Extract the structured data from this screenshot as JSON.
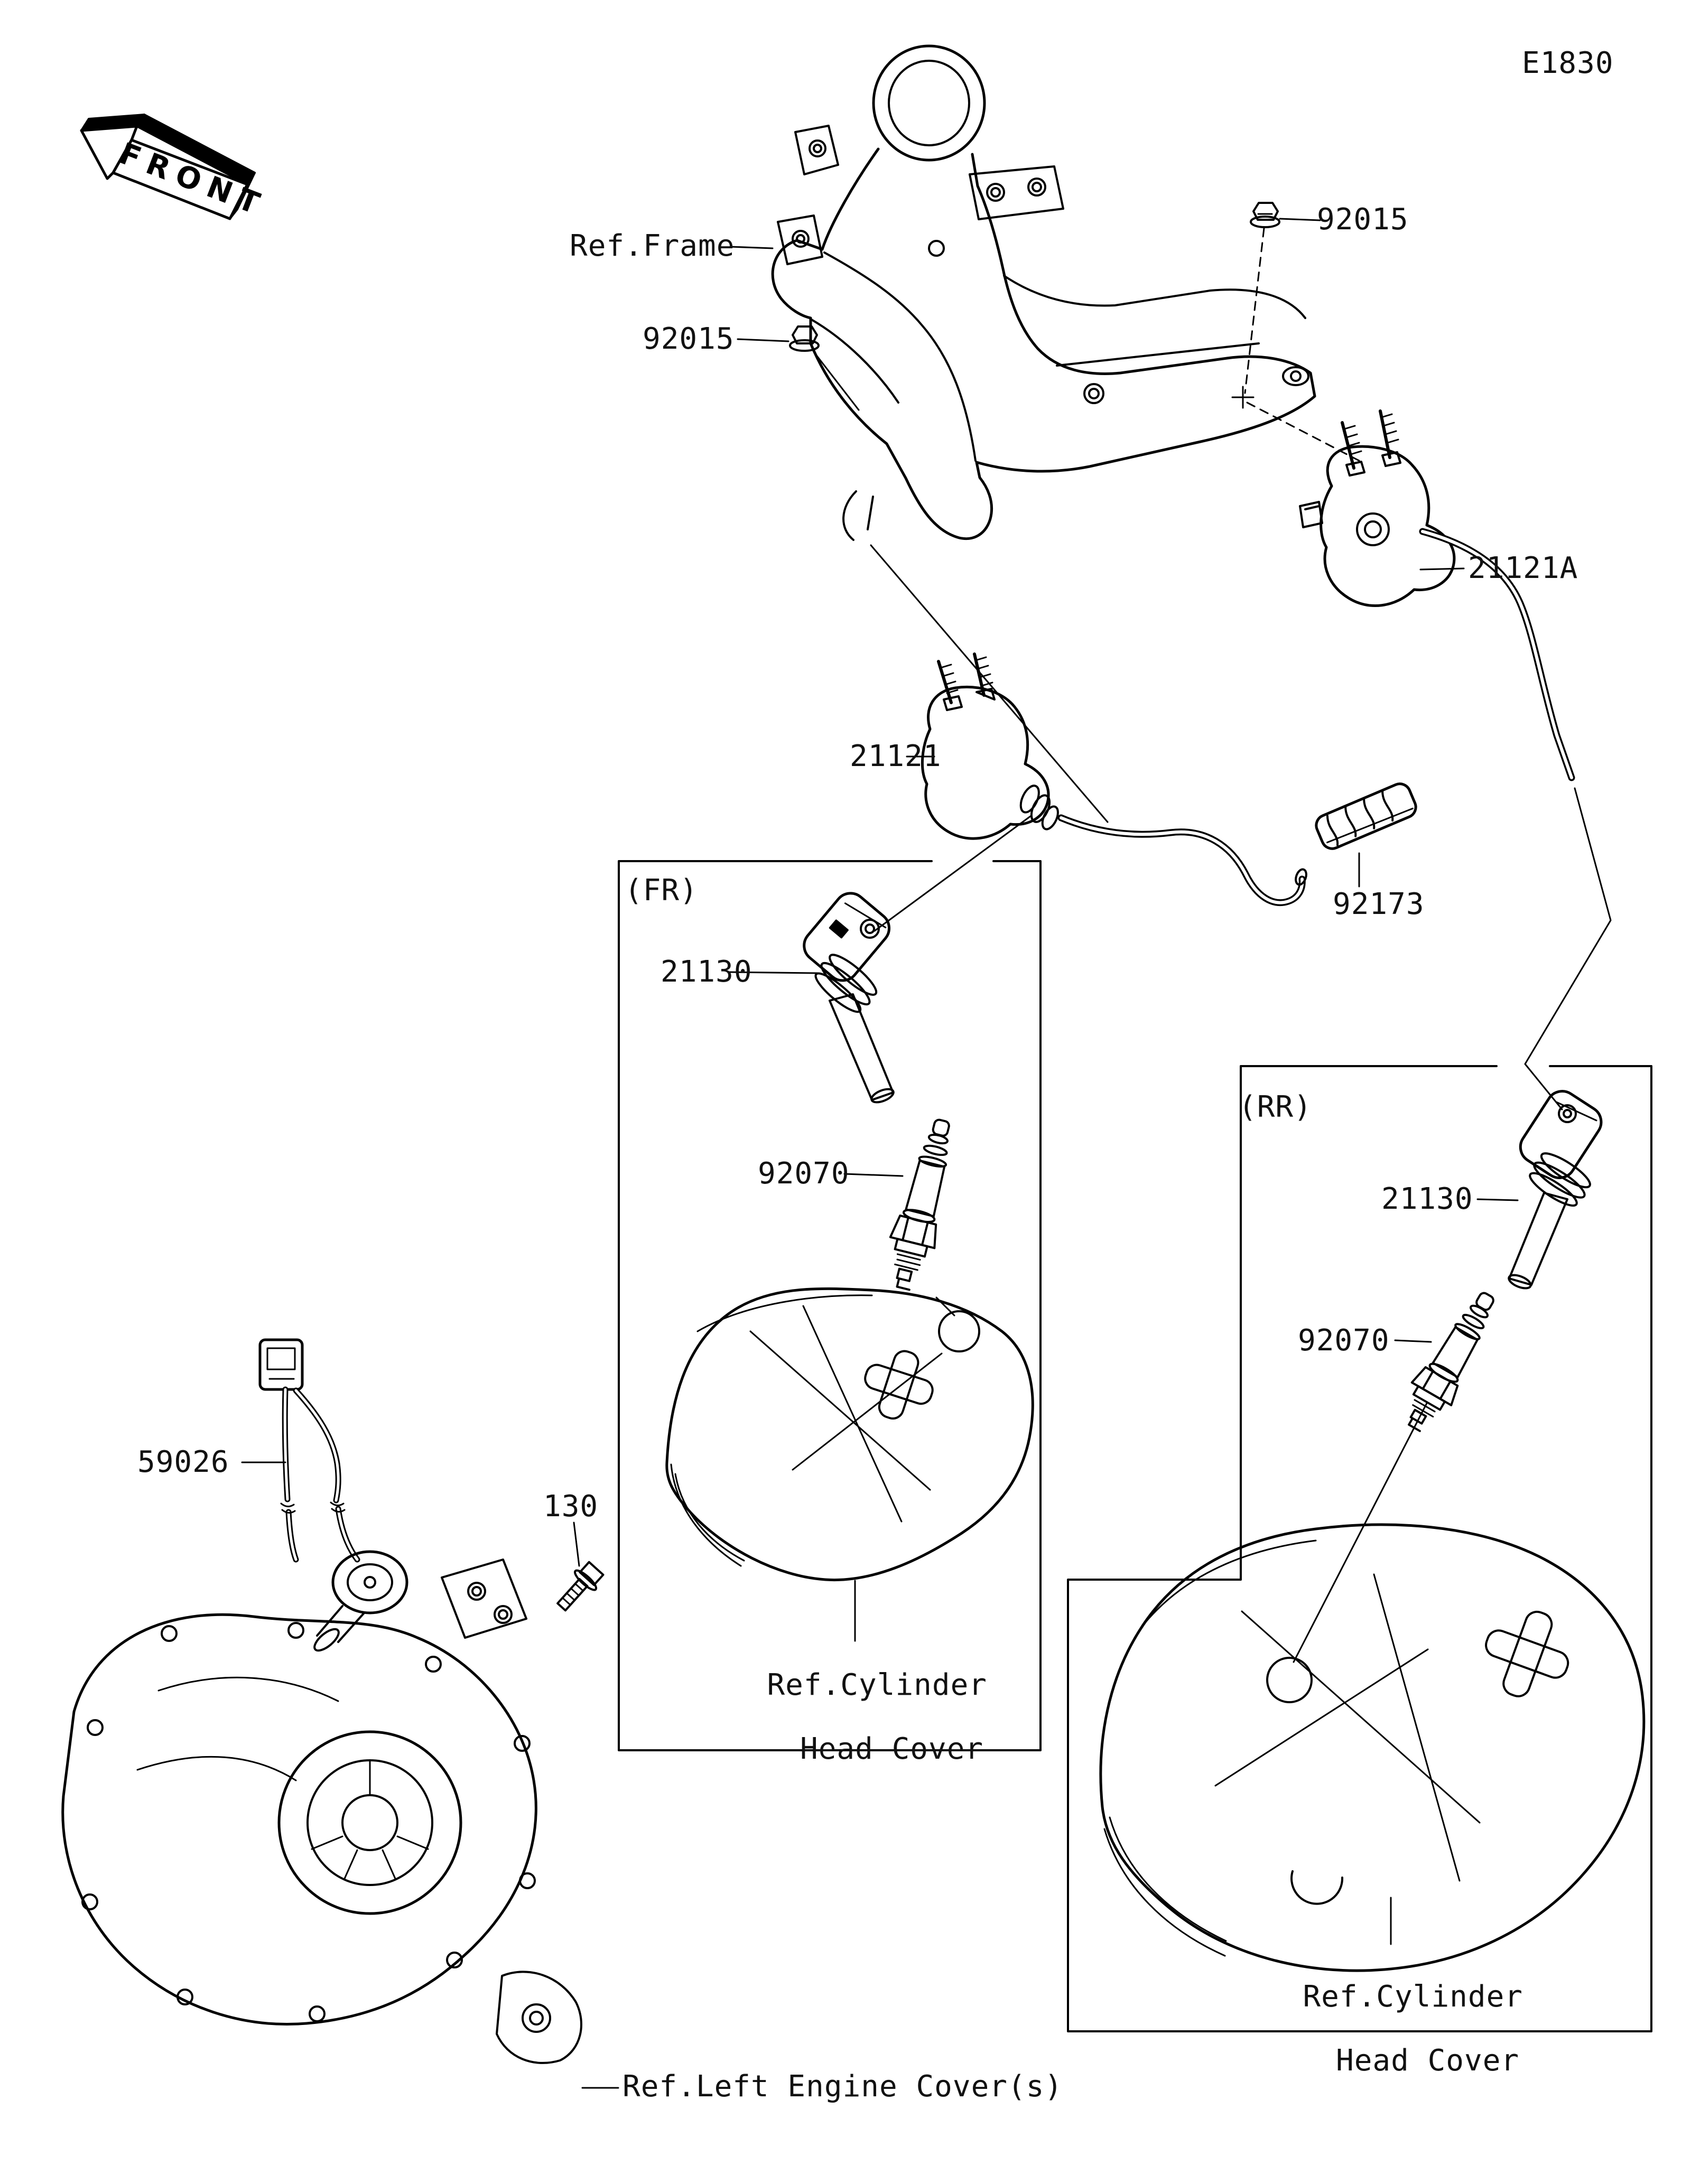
{
  "page": {
    "code": "E1830",
    "background": "#ffffff",
    "line_color": "#000000"
  },
  "front_arrow": {
    "label": "FRONT"
  },
  "parts": {
    "ref_frame": {
      "label": "Ref.Frame"
    },
    "nut_top": {
      "label": "92015"
    },
    "nut_left": {
      "label": "92015"
    },
    "ignition_coil_rear": {
      "label": "21121A"
    },
    "ignition_coil_front": {
      "label": "21121"
    },
    "wire_clamp": {
      "label": "92173"
    },
    "front_section_tag": {
      "label": "(FR)"
    },
    "rear_section_tag": {
      "label": "(RR)"
    },
    "plug_cap_front": {
      "label": "21130"
    },
    "plug_cap_rear": {
      "label": "21130"
    },
    "spark_plug_front": {
      "label": "92070"
    },
    "spark_plug_rear": {
      "label": "92070"
    },
    "pickup_sensor": {
      "label": "59026"
    },
    "bolt": {
      "label": "130"
    },
    "cyl_head_cover_front": {
      "line1": "Ref.Cylinder",
      "line2": "Head Cover"
    },
    "cyl_head_cover_rear": {
      "line1": "Ref.Cylinder",
      "line2": "Head Cover"
    },
    "left_engine_cover": {
      "label": "Ref.Left Engine Cover(s)"
    }
  }
}
